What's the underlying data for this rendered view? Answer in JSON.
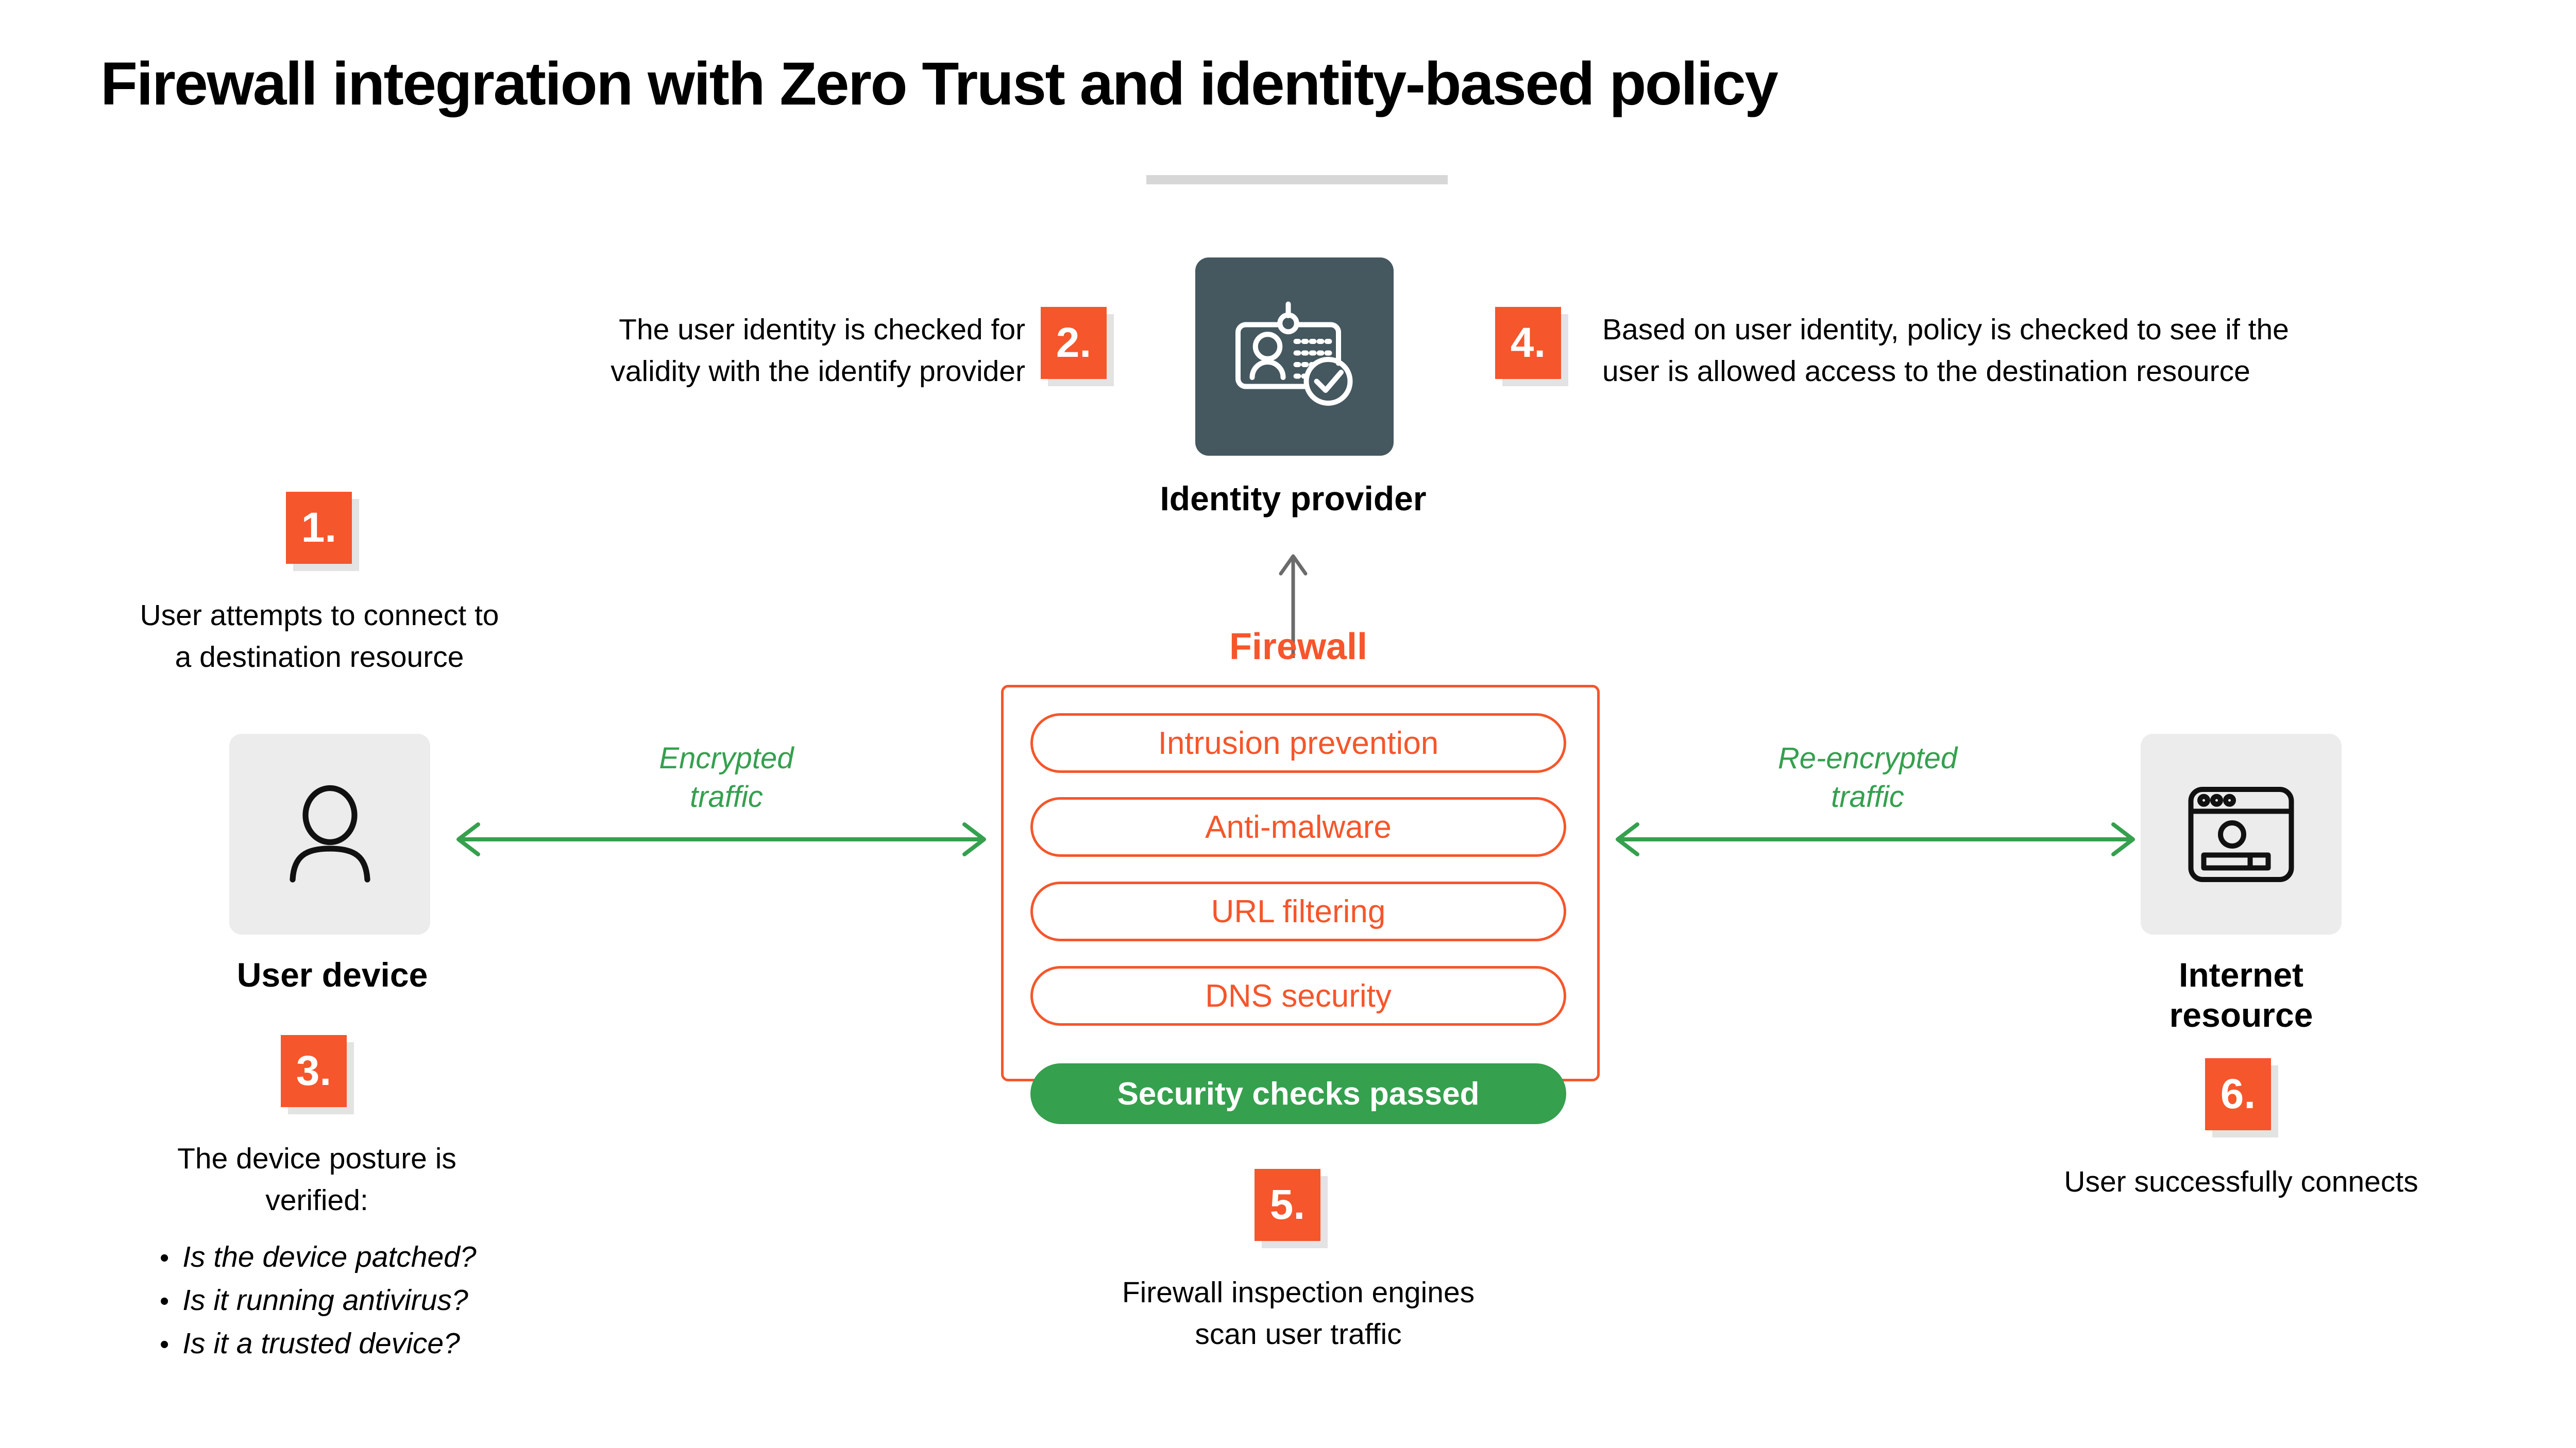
{
  "title": "Firewall integration with Zero Trust and identity-based policy",
  "colors": {
    "accent_orange": "#f5562b",
    "green": "#35a04e",
    "slate": "#45575f",
    "tile_gray": "#ececec",
    "rule_gray": "#d7d7d7",
    "badge_shadow": "#e3e3e3",
    "arrow_gray": "#6b6b6b",
    "text_black": "#000000"
  },
  "steps": [
    {
      "number": "1.",
      "text_line1": "User attempts to connect to",
      "text_line2": "a destination resource"
    },
    {
      "number": "2.",
      "text_line1": "The user identity is checked for",
      "text_line2": "validity with the identify provider"
    },
    {
      "number": "3.",
      "text_line1": "The device posture is",
      "text_line2": "verified:"
    },
    {
      "number": "4.",
      "text_line1": "Based on user identity, policy is checked to see if the",
      "text_line2": "user is allowed access to the destination resource"
    },
    {
      "number": "5.",
      "text_line1": "Firewall inspection engines",
      "text_line2": "scan user traffic"
    },
    {
      "number": "6.",
      "text_line1": "User successfully connects",
      "text_line2": ""
    }
  ],
  "posture_checks": [
    "Is the device patched?",
    "Is it running antivirus?",
    "Is it a trusted device?"
  ],
  "nodes": {
    "user_device": {
      "label_line1": "User device",
      "label_line2": "",
      "icon": "person-icon"
    },
    "identity_provider": {
      "label_line1": "Identity provider",
      "label_line2": "",
      "icon": "id-badge-check-icon"
    },
    "internet_resource": {
      "label_line1": "Internet",
      "label_line2": "resource",
      "icon": "browser-window-icon"
    }
  },
  "firewall": {
    "title": "Firewall",
    "engines": [
      "Intrusion prevention",
      "Anti-malware",
      "URL filtering",
      "DNS security"
    ],
    "status": "Security checks passed"
  },
  "arrows": {
    "left_label_line1": "Encrypted",
    "left_label_line2": "traffic",
    "right_label_line1": "Re-encrypted",
    "right_label_line2": "traffic"
  }
}
